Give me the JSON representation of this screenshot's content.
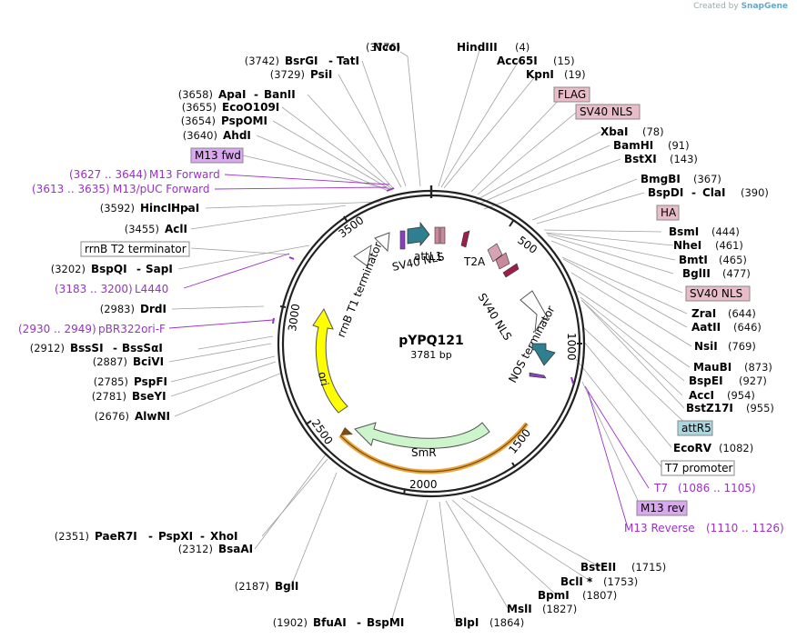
{
  "watermark": {
    "prefix": "Created by",
    "brand": "SnapGene"
  },
  "plasmid": {
    "name": "pYPQ121",
    "length_label": "3781 bp"
  },
  "ticks": [
    "500",
    "1000",
    "1500",
    "2000",
    "2500",
    "3000",
    "3500"
  ],
  "sites": [
    {
      "name": "NcoI",
      "pos": "(3776)"
    },
    {
      "name": "BsrGI",
      "name2": "TatI",
      "pos": "(3742)"
    },
    {
      "name": "PsiI",
      "pos": "(3729)"
    },
    {
      "name": "HindIII",
      "pos": "(4)"
    },
    {
      "name": "Acc65I",
      "pos": "(15)"
    },
    {
      "name": "KpnI",
      "pos": "(19)"
    },
    {
      "name": "ApaI",
      "name2": "BanII",
      "pos": "(3658)"
    },
    {
      "name": "EcoO109I",
      "pos": "(3655)"
    },
    {
      "name": "PspOMI",
      "pos": "(3654)"
    },
    {
      "name": "AhdI",
      "pos": "(3640)"
    },
    {
      "name": "HincII",
      "name2": "HpaI",
      "pos": "(3592)"
    },
    {
      "name": "AclI",
      "pos": "(3455)"
    },
    {
      "name": "BspQI",
      "name2": "SapI",
      "pos": "(3202)"
    },
    {
      "name": "DrdI",
      "pos": "(2983)"
    },
    {
      "name": "BssSI",
      "name2": "BssSαI",
      "pos": "(2912)"
    },
    {
      "name": "BciVI",
      "pos": "(2887)"
    },
    {
      "name": "PspFI",
      "pos": "(2785)"
    },
    {
      "name": "BseYI",
      "pos": "(2781)"
    },
    {
      "name": "AlwNI",
      "pos": "(2676)"
    },
    {
      "name": "XbaI",
      "pos": "(78)"
    },
    {
      "name": "BamHI",
      "pos": "(91)"
    },
    {
      "name": "BstXI",
      "pos": "(143)"
    },
    {
      "name": "BmgBI",
      "pos": "(367)"
    },
    {
      "name": "BspDI",
      "name2": "ClaI",
      "pos": "(390)"
    },
    {
      "name": "BsmI",
      "pos": "(444)"
    },
    {
      "name": "NheI",
      "pos": "(461)"
    },
    {
      "name": "BmtI",
      "pos": "(465)"
    },
    {
      "name": "BglII",
      "pos": "(477)"
    },
    {
      "name": "ZraI",
      "pos": "(644)"
    },
    {
      "name": "AatII",
      "pos": "(646)"
    },
    {
      "name": "NsiI",
      "pos": "(769)"
    },
    {
      "name": "MauBI",
      "pos": "(873)"
    },
    {
      "name": "BspEI",
      "pos": "(927)"
    },
    {
      "name": "AccI",
      "pos": "(954)"
    },
    {
      "name": "BstZ17I",
      "pos": "(955)"
    },
    {
      "name": "EcoRV",
      "pos": "(1082)"
    },
    {
      "name": "PaeR7I",
      "name2": "PspXI",
      "name3": "XhoI",
      "pos": "(2351)"
    },
    {
      "name": "BsaAI",
      "pos": "(2312)"
    },
    {
      "name": "BglI",
      "pos": "(2187)"
    },
    {
      "name": "BfuAI",
      "name2": "BspMI",
      "pos": "(1902)"
    },
    {
      "name": "BlpI",
      "pos": "(1864)"
    },
    {
      "name": "MslI",
      "pos": "(1827)"
    },
    {
      "name": "BpmI",
      "pos": "(1807)"
    },
    {
      "name": "BclI *",
      "pos": "(1753)"
    },
    {
      "name": "BstEII",
      "pos": "(1715)"
    }
  ],
  "primers": [
    {
      "name": "M13 Forward",
      "range": "(3627 .. 3644)"
    },
    {
      "name": "M13/pUC Forward",
      "range": "(3613 .. 3635)"
    },
    {
      "name": "L4440",
      "range": "(3183 .. 3200)"
    },
    {
      "name": "pBR322ori-F",
      "range": "(2930 .. 2949)"
    },
    {
      "name": "T7",
      "range": "(1086 .. 1105)"
    },
    {
      "name": "M13 Reverse",
      "range": "(1110 .. 1126)"
    }
  ],
  "boxes": [
    {
      "label": "FLAG",
      "color": "#e8bcc8"
    },
    {
      "label": "SV40 NLS",
      "color": "#e8bcc8"
    },
    {
      "label": "M13 fwd",
      "color": "#d9a8ee"
    },
    {
      "label": "HA",
      "color": "#e8bcc8"
    },
    {
      "label": "rrnB T2 terminator",
      "color": "#ffffff"
    },
    {
      "label": "SV40 NLS",
      "color": "#e8bcc8"
    },
    {
      "label": "attR5",
      "color": "#a9d6df"
    },
    {
      "label": "T7 promoter",
      "color": "#ffffff"
    },
    {
      "label": "M13 rev",
      "color": "#d9a8ee"
    }
  ],
  "features": {
    "attL1": "attL1",
    "sv40_nls_1": "SV40 NLS",
    "t2a": "T2A",
    "sv40_nls_2": "SV40 NLS",
    "nos_terminator": "NOS terminator",
    "rrnb_t1": "rrnB T1 terminator",
    "ori": "ori",
    "smr": "SmR"
  },
  "colors": {
    "primer": "#9b30c8",
    "ori": "#ffff00",
    "smr": "#ccf5cc",
    "attL1": "#2e7f8f",
    "pink": "#c9899a",
    "promoter": "#ffffff",
    "line": "#a0a0a0"
  }
}
